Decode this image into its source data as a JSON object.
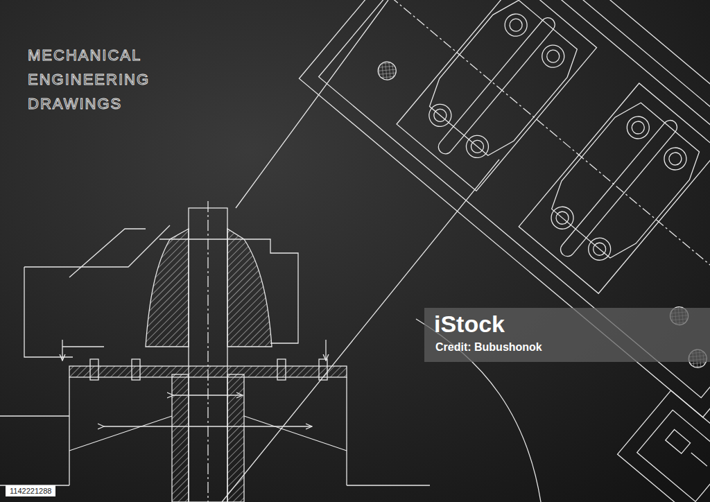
{
  "diagram": {
    "title": "MECHANICAL ENGINEERING DRAWINGS",
    "labels": [
      "iStock",
      "Credit: Bubushonok",
      "1142221288"
    ]
  }
}
